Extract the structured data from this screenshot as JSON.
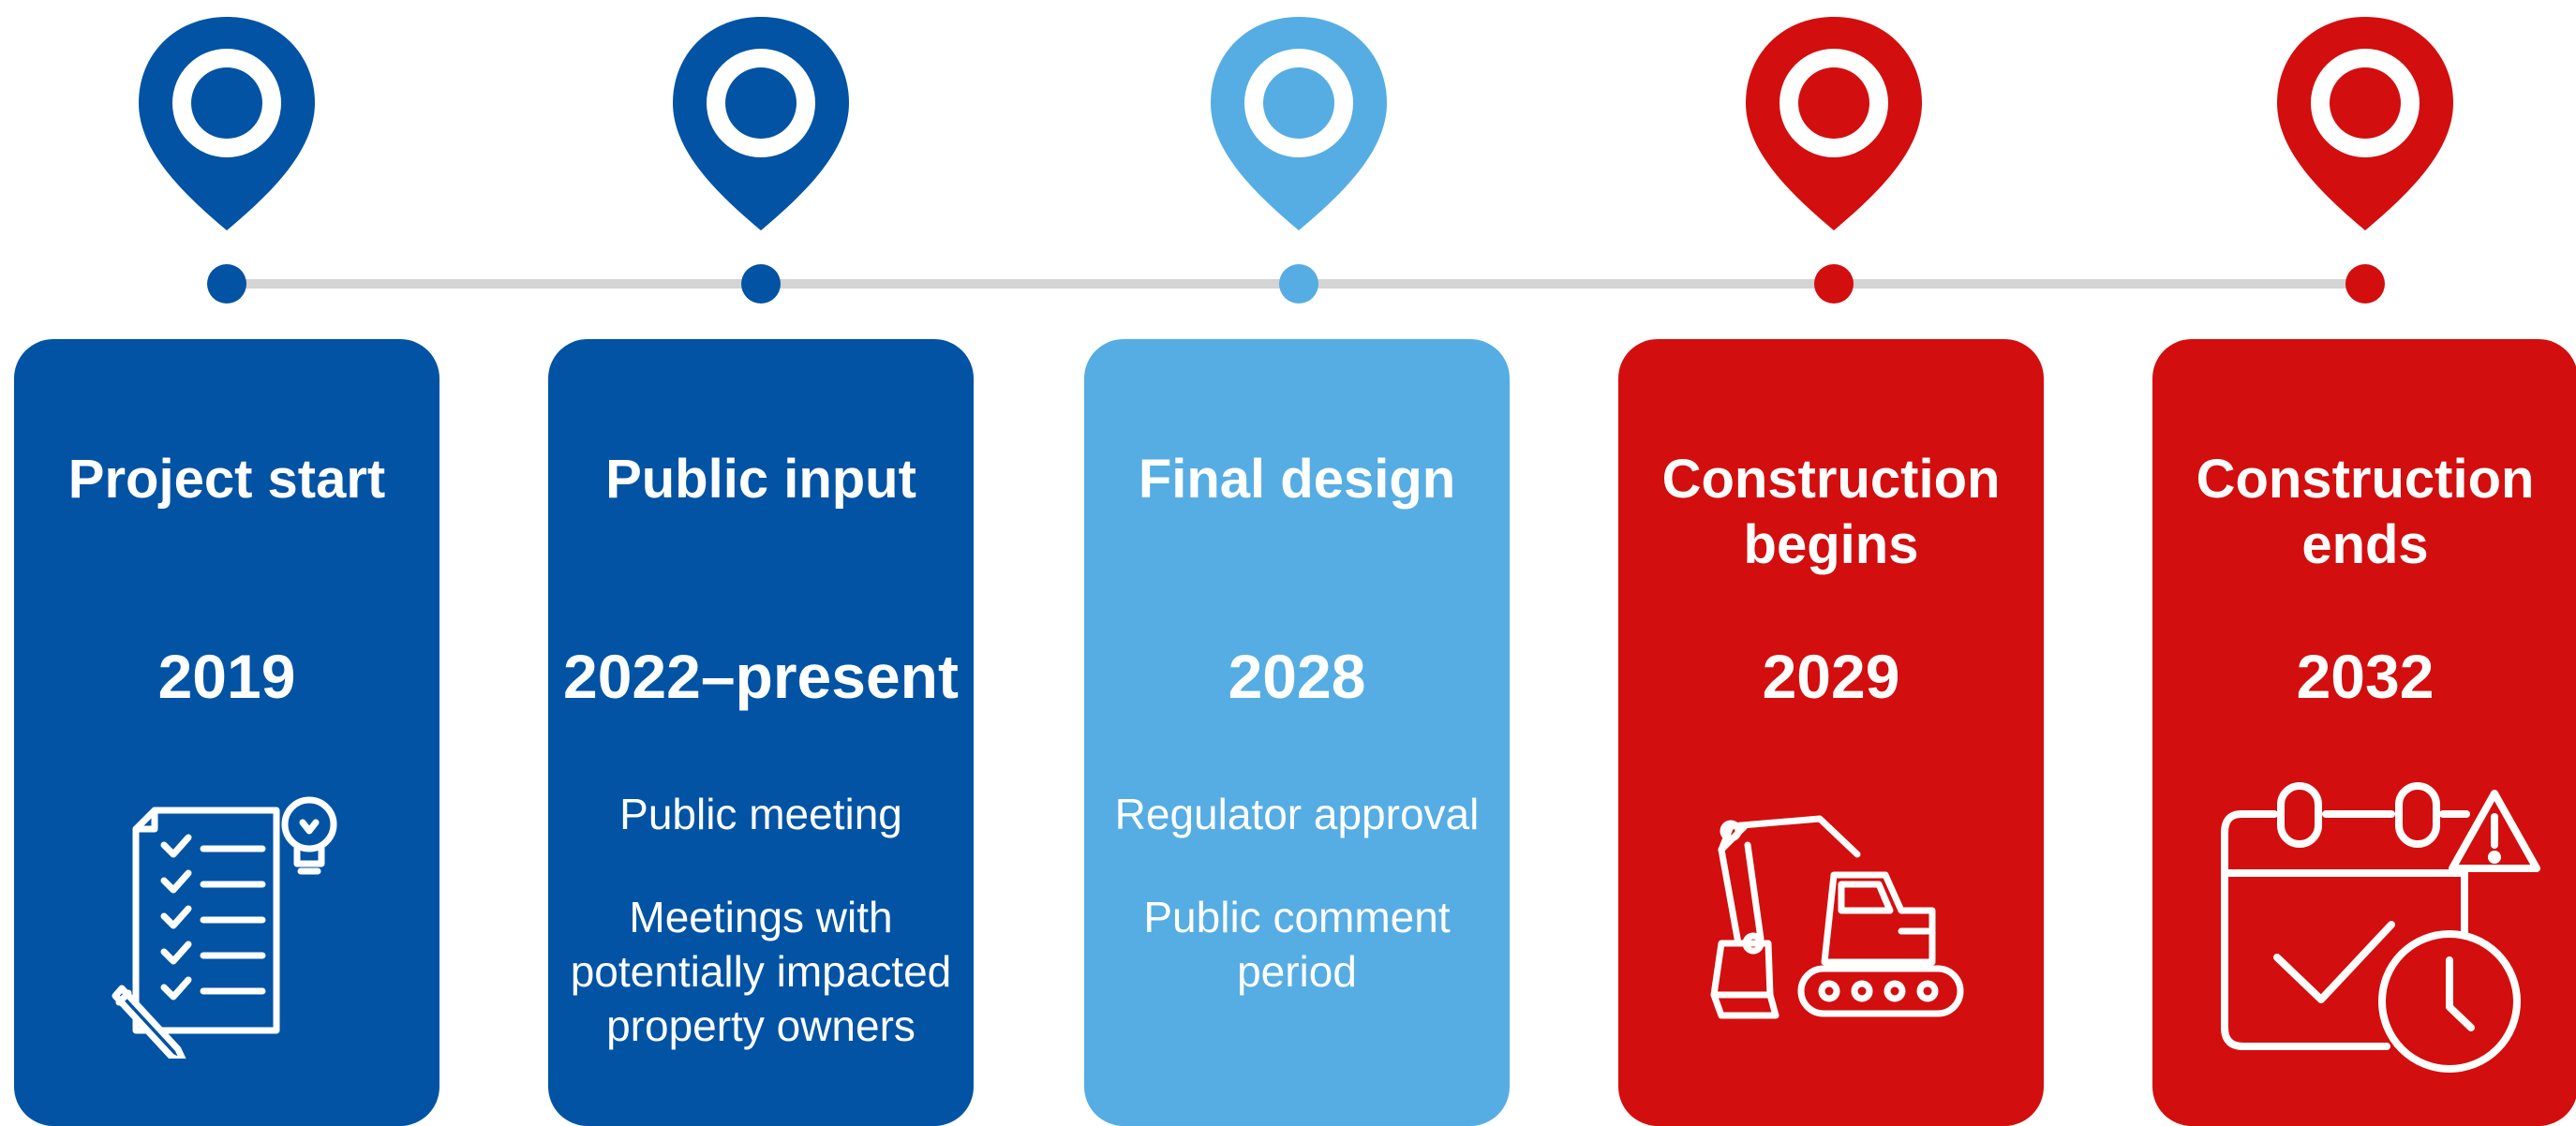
{
  "colors": {
    "dark_blue": "#0353a4",
    "light_blue": "#56ade3",
    "red": "#d30e0e",
    "track": "#d4d4d4"
  },
  "milestones": [
    {
      "title": "Project start",
      "year": "2019",
      "notes": [],
      "icon": "checklist-lightbulb-icon"
    },
    {
      "title": "Public input",
      "year": "2022–present",
      "notes": [
        "Public meeting",
        "Meetings with\npotentially impacted\nproperty owners"
      ],
      "icon": ""
    },
    {
      "title": "Final design",
      "year": "2028",
      "notes": [
        "Regulator approval",
        "Public comment\nperiod"
      ],
      "icon": ""
    },
    {
      "title": "Construction\nbegins",
      "year": "2029",
      "notes": [],
      "icon": "excavator-icon"
    },
    {
      "title": "Construction\nends",
      "year": "2032",
      "notes": [],
      "icon": "calendar-check-warning-icon"
    }
  ]
}
